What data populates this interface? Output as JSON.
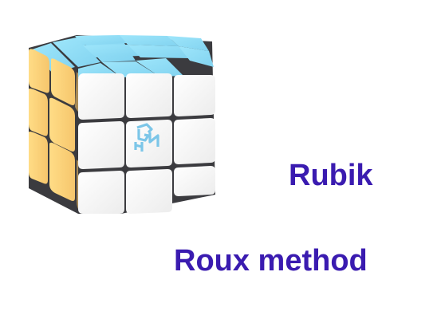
{
  "illustration": {
    "name": "rubiks-cube-image",
    "logo_text": "GAN",
    "colors": {
      "top_face": "#8fdcf5",
      "front_face": "#f7f7f7",
      "left_face": "#fbd07a",
      "core_gap": "#3b3b3f",
      "logo": "#7cc6e8"
    }
  },
  "titles": {
    "line1": "Rubik",
    "line2": "Roux method",
    "color": "#3a1bb0"
  }
}
